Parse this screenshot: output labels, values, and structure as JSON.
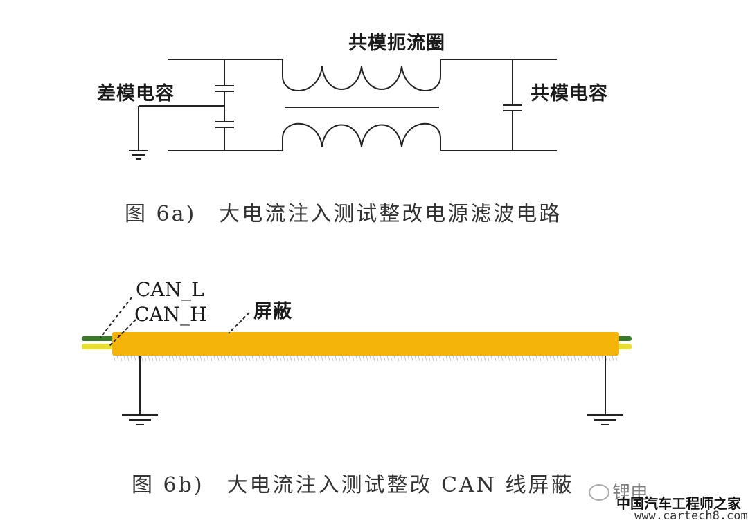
{
  "figure_a": {
    "title": "共模扼流圈",
    "left_label": "差模电容",
    "right_label": "共模电容",
    "caption": "图 6a)　大电流注入测试整改电源滤波电路"
  },
  "figure_b": {
    "wire_label_1": "CAN_L",
    "wire_label_2": "CAN_H",
    "shield_label": "屏蔽",
    "caption": "图 6b)　大电流注入测试整改 CAN 线屏蔽"
  },
  "watermark": {
    "line1": "锂电",
    "line2": "中国汽车工程师之家",
    "url": "www.cartech8.com"
  },
  "colors": {
    "shield": "#f5b40a",
    "wire_green": "#3a7a2a",
    "wire_yellow": "#e8e030",
    "line": "#222222"
  }
}
